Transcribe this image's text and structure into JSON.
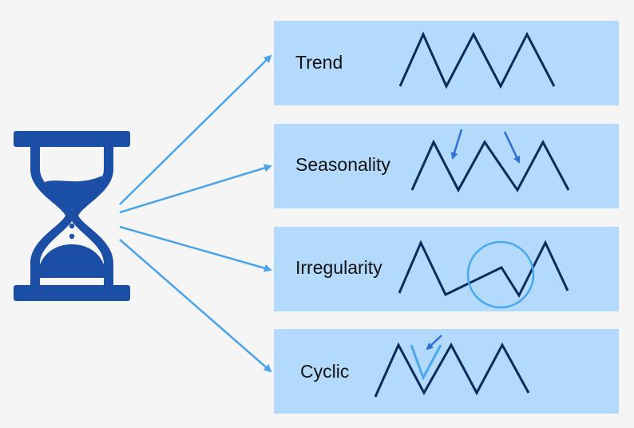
{
  "colors": {
    "background": "#f5f5f5",
    "panel": "#b3d9fb",
    "hourglass": "#1b4fa6",
    "arrow": "#4ba3e8",
    "wave": "#0d2a5c",
    "accent_arrow": "#2f6fd6",
    "highlight": "#4aa8ee"
  },
  "icons": [
    "hourglass-icon"
  ],
  "components": [
    {
      "id": "trend",
      "label": "Trend"
    },
    {
      "id": "seasonality",
      "label": "Seasonality"
    },
    {
      "id": "irregularity",
      "label": "Irregularity"
    },
    {
      "id": "cyclic",
      "label": "Cyclic"
    }
  ]
}
